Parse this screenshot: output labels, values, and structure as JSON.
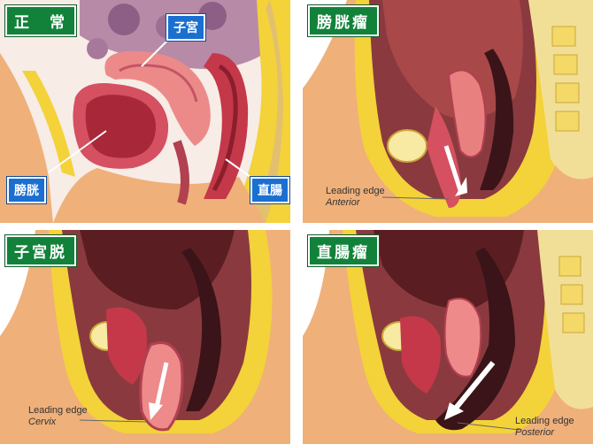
{
  "panels": {
    "normal": {
      "title": "正　常",
      "labels": {
        "uterus": "子宮",
        "bladder": "膀胱",
        "rectum": "直腸"
      }
    },
    "cystocele": {
      "title": "膀胱瘤",
      "caption_line1": "Leading edge",
      "caption_line2": "Anterior"
    },
    "uterine_prolapse": {
      "title": "子宮脱",
      "caption_line1": "Leading edge",
      "caption_line2": "Cervix"
    },
    "rectocele": {
      "title": "直腸瘤",
      "caption_line1": "Leading edge",
      "caption_line2": "Posterior"
    }
  },
  "colors": {
    "tag_green": "#12823a",
    "label_blue": "#1a6fd0",
    "fat_yellow": "#f4d23a",
    "skin_peach": "#efb07a",
    "cavity_dark": "#7a2a2a",
    "organ_pink": "#e7828a"
  }
}
